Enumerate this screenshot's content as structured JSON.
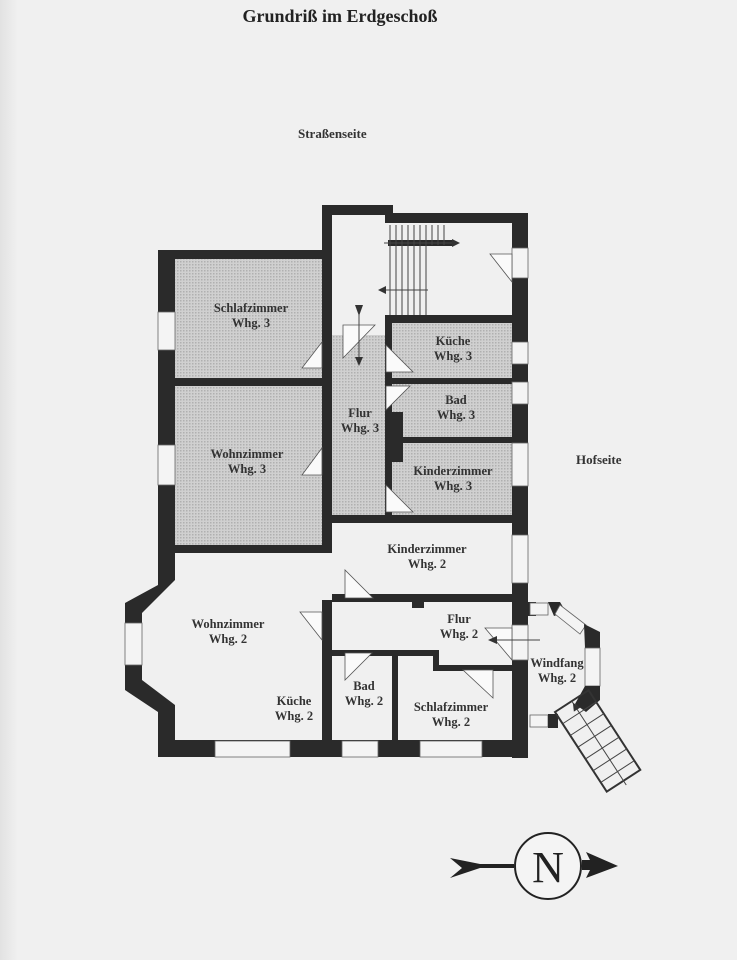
{
  "title": "Grundriß im Erdgeschoß",
  "sides": {
    "street": "Straßenseite",
    "yard": "Hofseite"
  },
  "rooms": {
    "schlafzimmer3": [
      "Schlafzimmer",
      "Whg. 3"
    ],
    "wohnzimmer3": [
      "Wohnzimmer",
      "Whg. 3"
    ],
    "flur3": [
      "Flur",
      "Whg. 3"
    ],
    "kueche3": [
      "Küche",
      "Whg. 3"
    ],
    "bad3": [
      "Bad",
      "Whg. 3"
    ],
    "kinderzimmer3": [
      "Kinderzimmer",
      "Whg. 3"
    ],
    "kinderzimmer2": [
      "Kinderzimmer",
      "Whg. 2"
    ],
    "wohnzimmer2": [
      "Wohnzimmer",
      "Whg. 2"
    ],
    "flur2": [
      "Flur",
      "Whg. 2"
    ],
    "windfang2": [
      "Windfang",
      "Whg. 2"
    ],
    "kueche2": [
      "Küche",
      "Whg. 2"
    ],
    "bad2": [
      "Bad",
      "Whg. 2"
    ],
    "schlafzimmer2": [
      "Schlafzimmer",
      "Whg. 2"
    ]
  },
  "compass": {
    "label": "N",
    "icon": "north-arrow-icon"
  },
  "colors": {
    "wall": "#2a2a2a",
    "shade": "#c8c8c8",
    "paper": "#f0f0f0"
  }
}
